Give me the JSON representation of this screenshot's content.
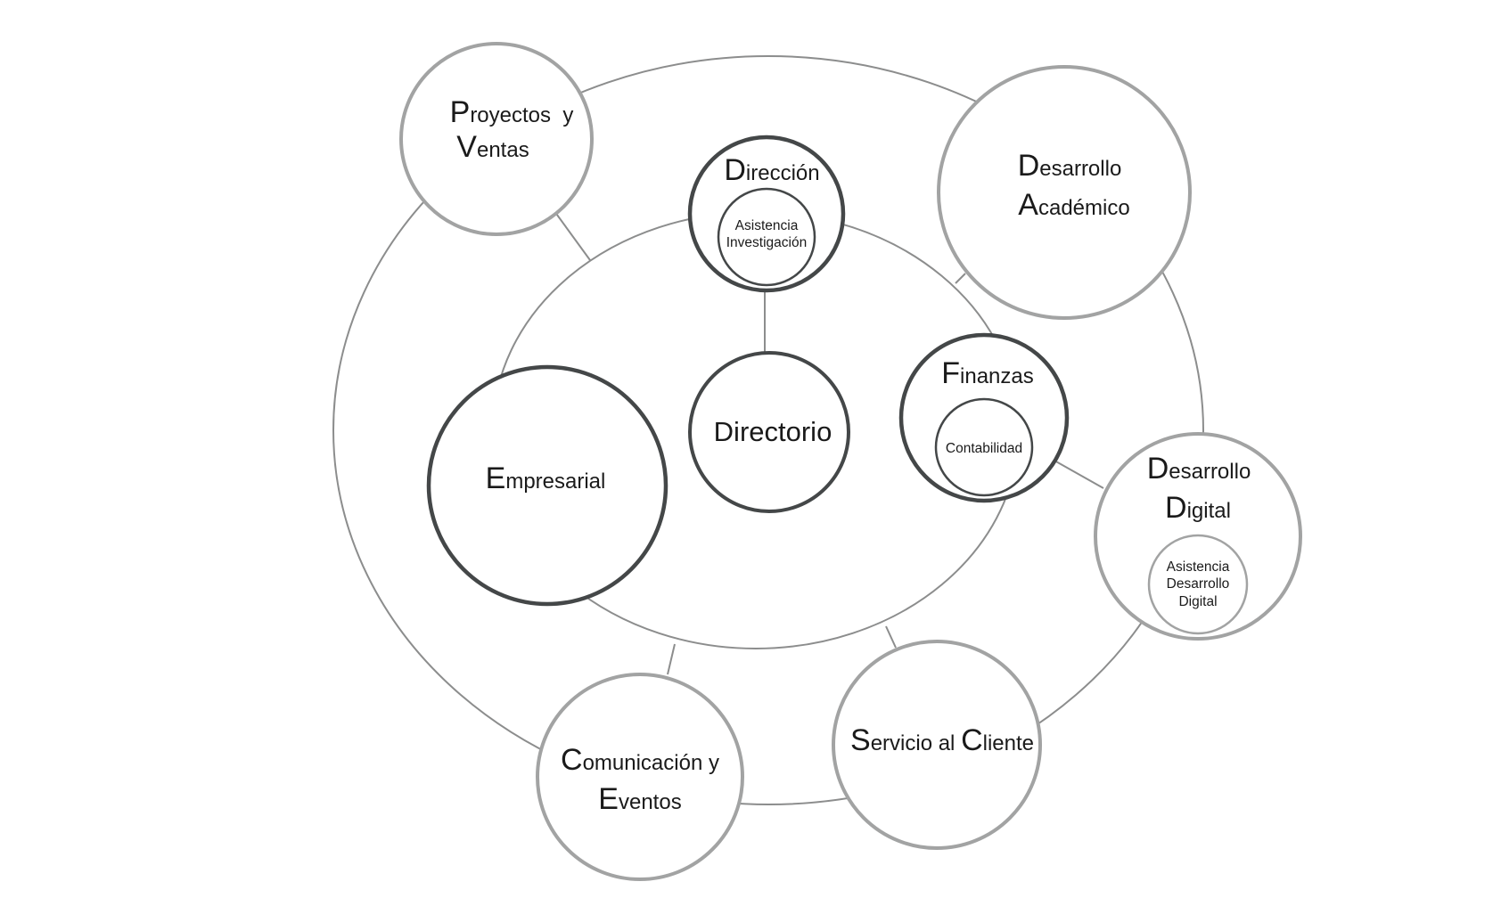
{
  "diagram": {
    "colors": {
      "dark_stroke": "#444748",
      "light_stroke": "#a2a3a3",
      "connector": "#8c8d8d",
      "text": "#1a1a1a",
      "background": "#ffffff"
    },
    "center": {
      "title": "Directorio"
    },
    "inner_ring": [
      {
        "key": "direccion",
        "title_lines": [
          [
            "D",
            "irección"
          ]
        ],
        "sub_lines": [
          "Asistencia",
          "Investigación"
        ]
      },
      {
        "key": "finanzas",
        "title_lines": [
          [
            "F",
            "inanzas"
          ]
        ],
        "sub_lines": [
          "Contabilidad"
        ]
      },
      {
        "key": "empresarial",
        "title_lines": [
          [
            "E",
            "mpresarial"
          ]
        ],
        "sub_lines": []
      }
    ],
    "outer_ring": [
      {
        "key": "proyectos-ventas",
        "title_lines": [
          [
            "P",
            "royectos  y"
          ],
          [
            "V",
            "entas"
          ]
        ],
        "sub_lines": []
      },
      {
        "key": "desarrollo-academico",
        "title_lines": [
          [
            "D",
            "esarrollo"
          ],
          [
            "A",
            "cadémico"
          ]
        ],
        "sub_lines": []
      },
      {
        "key": "desarrollo-digital",
        "title_lines": [
          [
            "D",
            "esarrollo"
          ],
          [
            "D",
            "igital"
          ]
        ],
        "sub_lines": [
          "Asistencia",
          "Desarrollo",
          "Digital"
        ]
      },
      {
        "key": "servicio-cliente",
        "title_lines": [
          [
            "S",
            "ervicio al "
          ],
          [
            "C",
            "liente"
          ]
        ],
        "sub_lines": []
      },
      {
        "key": "comunicacion-eventos",
        "title_lines": [
          [
            "C",
            "omunicación y"
          ],
          [
            "E",
            "ventos"
          ]
        ],
        "sub_lines": []
      }
    ]
  }
}
